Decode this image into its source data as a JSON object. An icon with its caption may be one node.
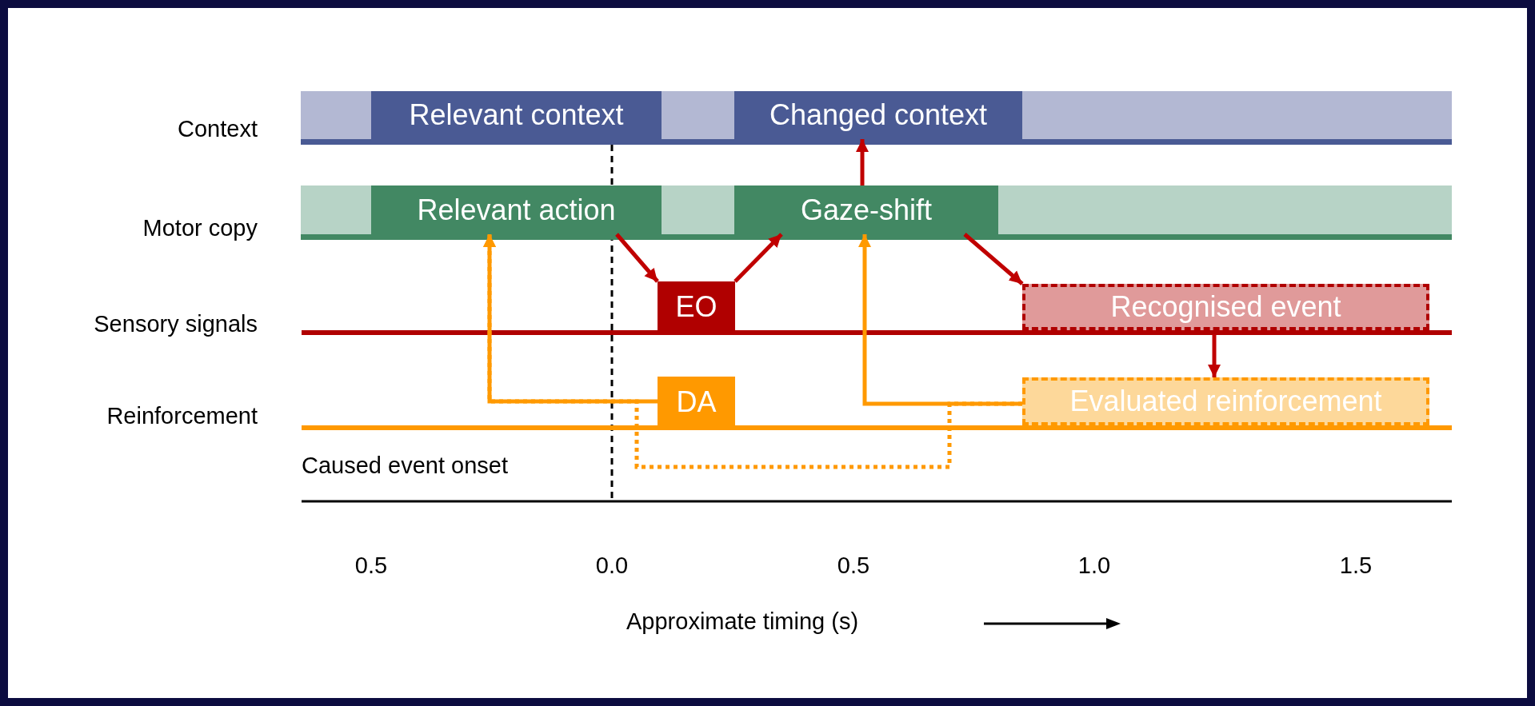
{
  "diagram": {
    "nodes": [
      {
        "text": [],
        "shape": "bar"
      },
      {
        "text": [
          "Relevant context"
        ],
        "in": 0
      },
      {
        "text": [
          "Changed context"
        ],
        "in": 0
      },
      {
        "text": [],
        "shape": "bar"
      },
      {
        "text": [
          "Relevant action"
        ],
        "in": 3
      },
      {
        "text": [
          "Gaze-shift"
        ],
        "in": 3
      },
      {
        "text": [
          "EO"
        ]
      },
      {
        "text": [
          "Recognised event"
        ]
      },
      {
        "text": [
          "DA"
        ]
      },
      {
        "text": [
          "Evaluated reinforcement"
        ]
      }
    ],
    "edges": [
      {
        "from": 4,
        "to": 6,
        "arrow": "to"
      },
      {
        "from": 6,
        "to": 5,
        "arrow": "to"
      },
      {
        "from": 5,
        "to": 2,
        "arrow": "to"
      },
      {
        "from": 5,
        "to": 7,
        "arrow": "to"
      },
      {
        "from": 7,
        "to": 9,
        "arrow": "to"
      },
      {
        "from": 8,
        "to": 4,
        "arrow": "to",
        "color": "#ff9900"
      },
      {
        "from": 9,
        "to": 5,
        "arrow": "to",
        "color": "#ff9900"
      },
      {
        "from": 9,
        "to": 4,
        "arrow": "to",
        "color": "#ff9900",
        "style": "dashed"
      }
    ],
    "labels": [
      "Context",
      "Motor copy",
      "Sensory signals",
      "Reinforcement",
      "Caused event onset",
      "0.5",
      "0.0",
      "0.5",
      "1.0",
      "1.5",
      "Approximate timing (s)"
    ]
  }
}
